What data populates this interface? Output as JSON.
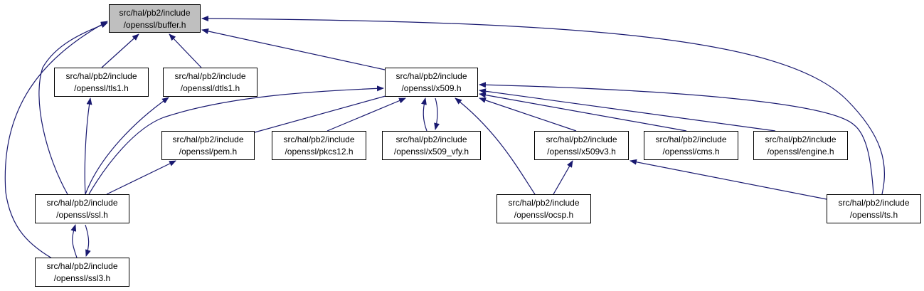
{
  "colors": {
    "edge": "#191970",
    "root_fill": "#bfbfbf",
    "node_fill": "#ffffff",
    "border": "#000000"
  },
  "nodes": {
    "buffer": {
      "line1": "src/hal/pb2/include",
      "line2": "/openssl/buffer.h"
    },
    "tls1": {
      "line1": "src/hal/pb2/include",
      "line2": "/openssl/tls1.h"
    },
    "dtls1": {
      "line1": "src/hal/pb2/include",
      "line2": "/openssl/dtls1.h"
    },
    "x509": {
      "line1": "src/hal/pb2/include",
      "line2": "/openssl/x509.h"
    },
    "pem": {
      "line1": "src/hal/pb2/include",
      "line2": "/openssl/pem.h"
    },
    "pkcs12": {
      "line1": "src/hal/pb2/include",
      "line2": "/openssl/pkcs12.h"
    },
    "x509_vfy": {
      "line1": "src/hal/pb2/include",
      "line2": "/openssl/x509_vfy.h"
    },
    "x509v3": {
      "line1": "src/hal/pb2/include",
      "line2": "/openssl/x509v3.h"
    },
    "cms": {
      "line1": "src/hal/pb2/include",
      "line2": "/openssl/cms.h"
    },
    "engine": {
      "line1": "src/hal/pb2/include",
      "line2": "/openssl/engine.h"
    },
    "ssl": {
      "line1": "src/hal/pb2/include",
      "line2": "/openssl/ssl.h"
    },
    "ocsp": {
      "line1": "src/hal/pb2/include",
      "line2": "/openssl/ocsp.h"
    },
    "ts": {
      "line1": "src/hal/pb2/include",
      "line2": "/openssl/ts.h"
    },
    "ssl3": {
      "line1": "src/hal/pb2/include",
      "line2": "/openssl/ssl3.h"
    }
  },
  "edges": [
    {
      "from": "tls1",
      "to": "buffer"
    },
    {
      "from": "dtls1",
      "to": "buffer"
    },
    {
      "from": "x509",
      "to": "buffer"
    },
    {
      "from": "ssl",
      "to": "buffer"
    },
    {
      "from": "ssl3",
      "to": "buffer"
    },
    {
      "from": "ts",
      "to": "buffer"
    },
    {
      "from": "ssl",
      "to": "tls1"
    },
    {
      "from": "ssl",
      "to": "dtls1"
    },
    {
      "from": "ssl",
      "to": "x509"
    },
    {
      "from": "pem",
      "to": "x509"
    },
    {
      "from": "pkcs12",
      "to": "x509"
    },
    {
      "from": "x509_vfy",
      "to": "x509"
    },
    {
      "from": "x509",
      "to": "x509_vfy"
    },
    {
      "from": "x509v3",
      "to": "x509"
    },
    {
      "from": "cms",
      "to": "x509"
    },
    {
      "from": "engine",
      "to": "x509"
    },
    {
      "from": "ocsp",
      "to": "x509"
    },
    {
      "from": "ts",
      "to": "x509"
    },
    {
      "from": "ssl",
      "to": "pem"
    },
    {
      "from": "ocsp",
      "to": "x509v3"
    },
    {
      "from": "ts",
      "to": "x509v3"
    },
    {
      "from": "ssl3",
      "to": "ssl"
    },
    {
      "from": "ssl",
      "to": "ssl3"
    }
  ]
}
